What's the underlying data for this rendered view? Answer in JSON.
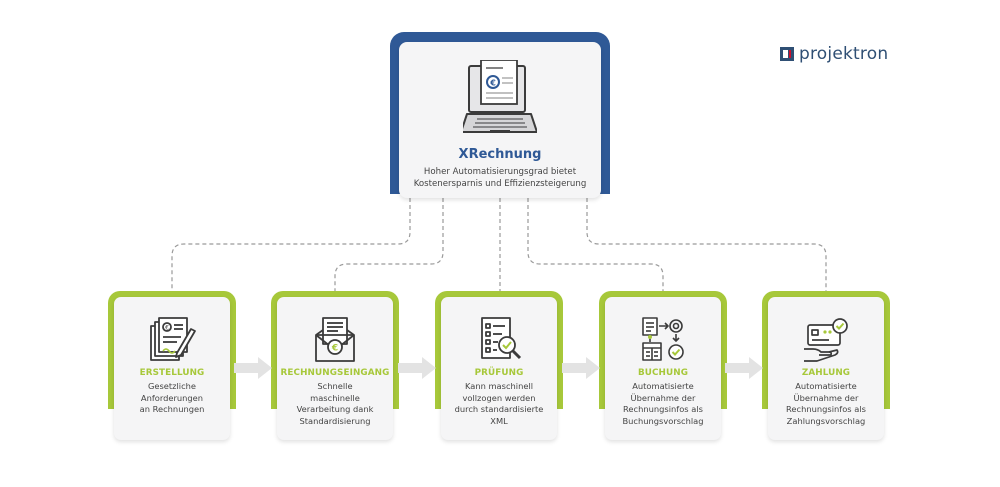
{
  "logo": {
    "text": "projektron"
  },
  "top_card": {
    "title": "XRechnung",
    "description": "Hoher Automatisierungsgrad bietet\nKostenersparnis und Effizienzsteigerung"
  },
  "steps": [
    {
      "title": "ERSTELLUNG",
      "description": "Gesetzliche\nAnforderungen\nan Rechnungen",
      "icon": "document-pen-icon"
    },
    {
      "title": "RECHNUNGSEINGANG",
      "description": "Schnelle\nmaschinelle\nVerarbeitung dank\nStandardisierung",
      "icon": "envelope-euro-icon"
    },
    {
      "title": "PRÜFUNG",
      "description": "Kann maschinell\nvollzogen werden\ndurch standardisierte\nXML",
      "icon": "checklist-magnifier-icon"
    },
    {
      "title": "BUCHUNG",
      "description": "Automatisierte\nÜbernahme der\nRechnungsinfos als\nBuchungsvorschlag",
      "icon": "booking-workflow-icon"
    },
    {
      "title": "ZAHLUNG",
      "description": "Automatisierte\nÜbernahme der\nRechnungsinfos als\nZahlungsvorschlag",
      "icon": "card-payment-icon"
    }
  ],
  "colors": {
    "top_frame": "#2f5996",
    "step_frame": "#a7c83a",
    "connector": "#9a9a9a",
    "arrow": "#e3e3e3",
    "icon": "#3b3b3b"
  }
}
